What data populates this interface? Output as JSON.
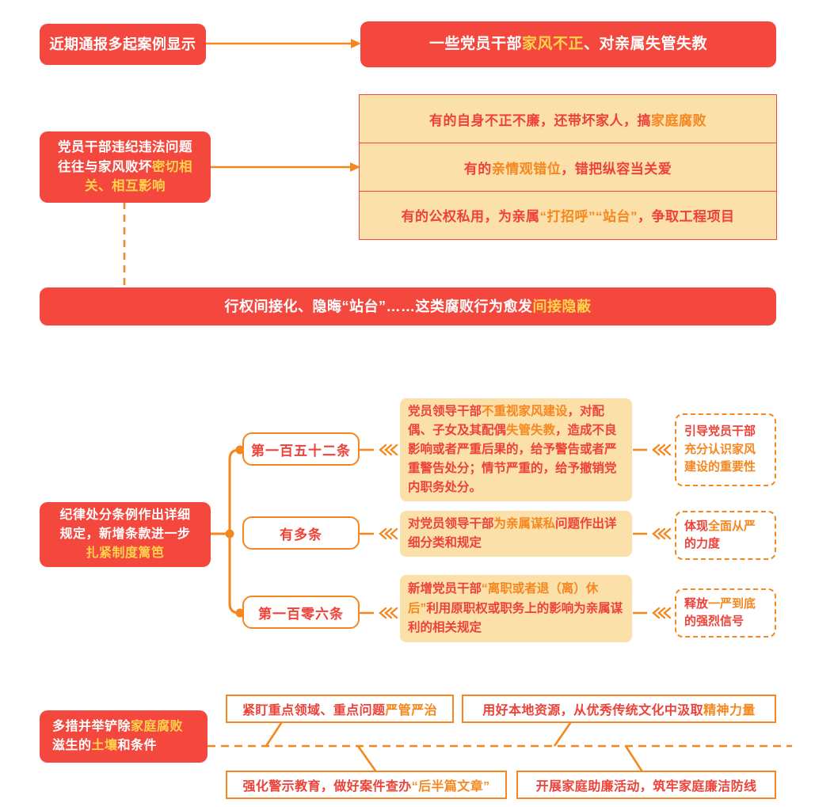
{
  "theme": {
    "red": "#F4483F",
    "orange": "#F6871F",
    "yellow": "#FFD24A",
    "beige": "#FBE0AA",
    "text_red": "#EE4238"
  },
  "section1": {
    "source_label": "近期通报多起案例显示",
    "banner": {
      "pre": "一些党员干部",
      "highlight": "家风不正",
      "post": "、对亲属失管失教"
    }
  },
  "section2": {
    "left_box": {
      "line1": "党员干部违纪违法问题",
      "line2_pre": "往往与家风败坏",
      "line2_hl": "密切相",
      "line3_hl": "关、相互影响"
    },
    "rows": [
      {
        "pre": "有的自身不正不廉，还带坏家人，搞",
        "hl": "家庭腐败",
        "post": ""
      },
      {
        "pre": "有的",
        "hl": "亲情观错位",
        "post": "，错把纵容当关爱"
      },
      {
        "pre": "有的公权私用，为亲属",
        "hl": "“打招呼”“站台”",
        "post": "，争取工程项目"
      }
    ],
    "banner": {
      "pre": "行权间接化、隐晦“站台”……这类腐败行为愈发",
      "highlight": "间接隐蔽"
    }
  },
  "section3": {
    "left_box": {
      "line1": "纪律处分条例作出详细",
      "line2": "规定，新增条款进一步",
      "line3_hl": "扎紧制度篱笆"
    },
    "branches": [
      {
        "pill": "第一百五十二条",
        "content": {
          "seg1": "党员领导干部",
          "hl1": "不重视家风建设",
          "seg2": "，对配偶、子女及其配偶",
          "hl2": "失管失教",
          "seg3": "，造成不良影响或者严重后果的，给予警告或者严重警告处分；情节严重的，给予撤销党内职务处分。"
        },
        "note": {
          "line1": "引导党员干部",
          "line2_hl": "充分认识家风",
          "line3_hl": "建设的重要性"
        }
      },
      {
        "pill": "有多条",
        "content": {
          "seg1": "对党员领导干部",
          "hl1": "为亲属谋私",
          "seg2": "问题作出详细分类和规定",
          "hl2": "",
          "seg3": ""
        },
        "note": {
          "line1": "体现",
          "line1_hl": "全面从严",
          "line2": "的力度"
        }
      },
      {
        "pill": "第一百零六条",
        "content": {
          "seg1": "新增党员干部",
          "hl1": "“离职或者退（离）休后”",
          "seg2": "利用原职权或职务上的影响为亲属谋利的相关规定",
          "hl2": "",
          "seg3": ""
        },
        "note": {
          "line1": "释放",
          "line1_hl": "一严到底",
          "line2": "的强烈信号"
        }
      }
    ]
  },
  "section4": {
    "left_box": {
      "line1_pre": "多措并举铲除",
      "line1_hl": "家庭腐败",
      "line2_pre": "滋生的",
      "line2_hl": "土壤",
      "line2_post": "和条件"
    },
    "measures": [
      {
        "pre": "紧盯重点领域、重点问题",
        "hl": "严管严治",
        "post": ""
      },
      {
        "pre": "用好本地资源，从优秀传统文化中汲取",
        "hl": "精神力量",
        "post": ""
      },
      {
        "pre": "强化警示教育，做好案件查办",
        "hl": "“后半篇文章”",
        "post": ""
      },
      {
        "pre": "开展家庭助廉活动，筑牢家庭廉洁防线",
        "hl": "",
        "post": ""
      }
    ]
  }
}
